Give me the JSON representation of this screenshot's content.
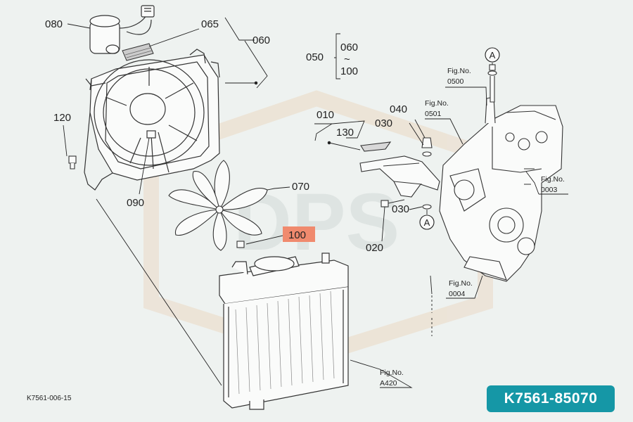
{
  "diagram": {
    "parts": {
      "p080": "080",
      "p065": "065",
      "p060": "060",
      "p050": "050",
      "p050_range_start": "060",
      "p050_range_sep": "~",
      "p050_range_end": "100",
      "p120": "120",
      "p090": "090",
      "p070": "070",
      "p100": "100",
      "p010": "010",
      "p130": "130",
      "p040": "040",
      "p030_top": "030",
      "p030_bottom": "030",
      "p020": "020"
    },
    "markers": {
      "a_top": "A",
      "a_bottom": "A"
    },
    "figrefs": {
      "fig_label": "Fig.No.",
      "f0500": "0500",
      "f0501": "0501",
      "f0003": "0003",
      "f0004": "0004",
      "fA420": "A420"
    },
    "highlight_color": "#f08a6e"
  },
  "footer": {
    "drawing_ref": "K7561-006-15",
    "part_code": "K7561-85070"
  },
  "watermark": "DPS"
}
